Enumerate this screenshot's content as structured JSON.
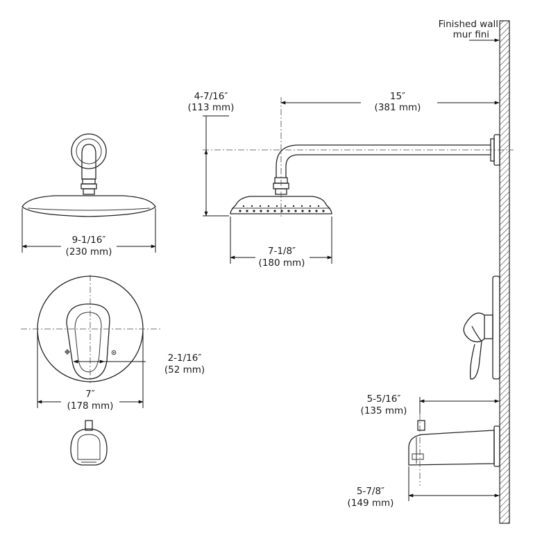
{
  "wall": {
    "label_line1": "Finished wall",
    "label_line2": "mur fini"
  },
  "dimensions": {
    "arm_length": {
      "imperial": "15″",
      "metric": "(381 mm)"
    },
    "drop_height": {
      "imperial": "4-7/16″",
      "metric": "(113 mm)"
    },
    "showerhead_side_width": {
      "imperial": "7-1/8″",
      "metric": "(180 mm)"
    },
    "showerhead_front_width": {
      "imperial": "9-1/16″",
      "metric": "(230 mm)"
    },
    "handle_width": {
      "imperial": "2-1/16″",
      "metric": "(52 mm)"
    },
    "trim_plate_width": {
      "imperial": "7″",
      "metric": "(178 mm)"
    },
    "spout_outlet_offset": {
      "imperial": "5-5/16″",
      "metric": "(135 mm)"
    },
    "spout_length": {
      "imperial": "5-7/8″",
      "metric": "(149 mm)"
    }
  },
  "colors": {
    "line": "#222222",
    "text": "#1a1a1a",
    "background": "#ffffff"
  }
}
